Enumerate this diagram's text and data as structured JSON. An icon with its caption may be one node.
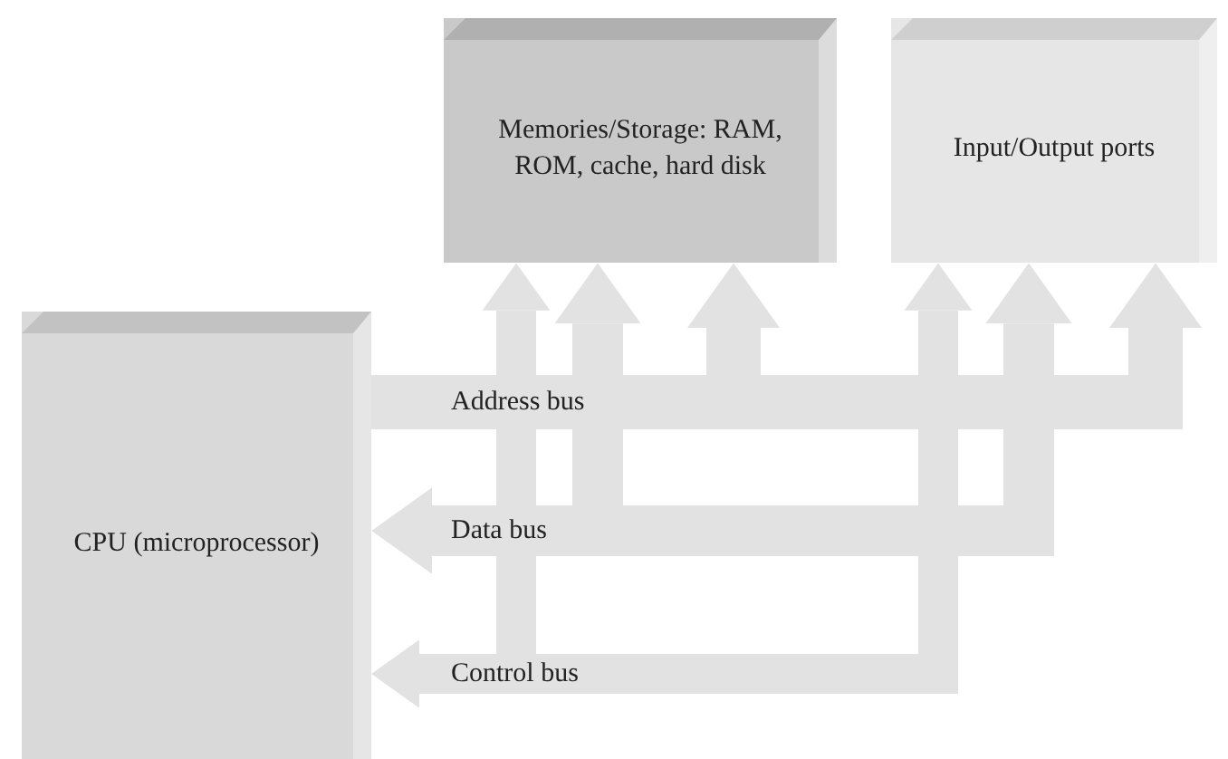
{
  "diagram": {
    "nodes": [
      {
        "text": [
          "CPU (microprocessor)"
        ]
      },
      {
        "text": [
          "Memories/Storage: RAM, ROM, cache, hard disk"
        ]
      },
      {
        "text": [
          "Input/Output ports"
        ]
      }
    ],
    "edges": [
      {
        "from": 0,
        "to": 1,
        "arrow": "to",
        "label": "Address bus"
      },
      {
        "from": 0,
        "to": 2,
        "arrow": "to"
      },
      {
        "from": 1,
        "to": 0,
        "arrow": "both",
        "label": "Data bus"
      },
      {
        "from": 2,
        "to": 0,
        "arrow": "both"
      },
      {
        "from": 1,
        "to": 0,
        "arrow": "both",
        "label": "Control bus"
      },
      {
        "from": 2,
        "to": 0,
        "arrow": "both"
      }
    ]
  }
}
